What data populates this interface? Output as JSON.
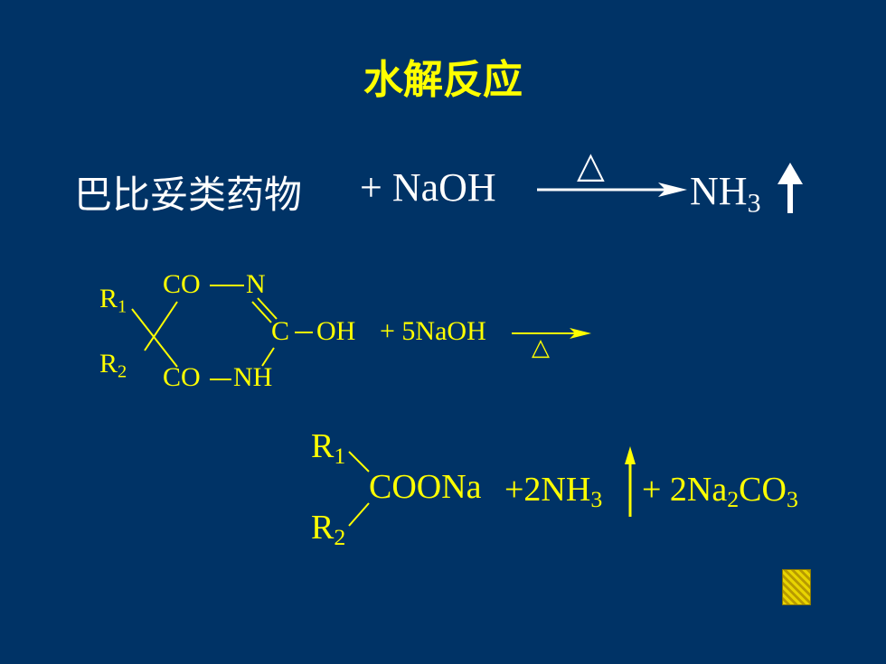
{
  "title": "水解反应",
  "eq1": {
    "reactant_name": "巴比妥类药物",
    "plus_reagent": "+ NaOH",
    "condition_symbol": "△",
    "product": "NH",
    "product_sub": "3",
    "gas_symbol": "↑"
  },
  "eq2": {
    "r1": "R",
    "r1_sub": "1",
    "r2": "R",
    "r2_sub": "2",
    "co_top": "CO",
    "n_top": "N",
    "c_right": "C",
    "oh": "OH",
    "co_bottom": "CO",
    "nh_bottom": "NH",
    "reagent": "+ 5NaOH",
    "condition_symbol": "△"
  },
  "eq3": {
    "r1": "R",
    "r1_sub": "1",
    "r2": "R",
    "r2_sub": "2",
    "coona": "COONa",
    "nh3_coef": "+2NH",
    "nh3_sub": "3",
    "na2co3_prefix": "+ 2Na",
    "na2co3_sub1": "2",
    "na2co3_mid": "CO",
    "na2co3_sub2": "3"
  },
  "colors": {
    "background": "#003366",
    "accent": "#ffff00",
    "text": "#ffffff"
  },
  "nav": {
    "icon": "navigation-texture-icon"
  }
}
